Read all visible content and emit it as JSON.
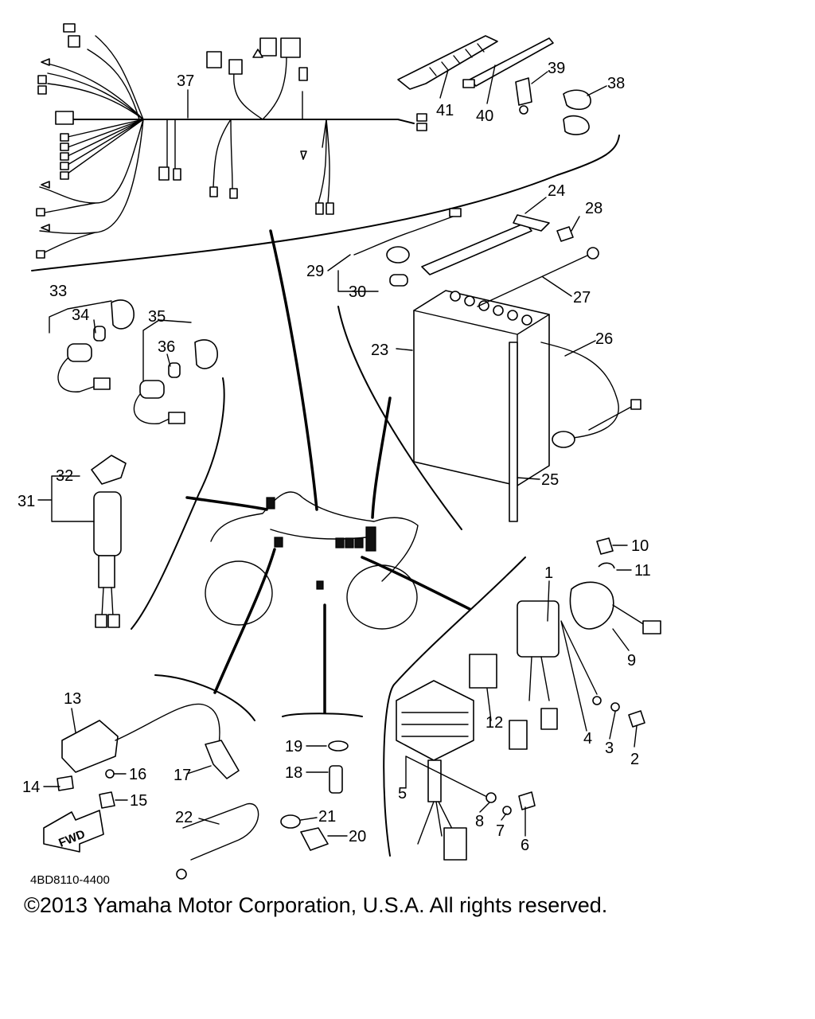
{
  "diagram": {
    "code": "4BD8110-4400",
    "fwd_label": "FWD",
    "copyright": "©2013 Yamaha Motor Corporation, U.S.A. All rights reserved.",
    "callouts": [
      "1",
      "2",
      "3",
      "4",
      "5",
      "6",
      "7",
      "8",
      "9",
      "10",
      "11",
      "12",
      "13",
      "14",
      "15",
      "16",
      "17",
      "18",
      "19",
      "20",
      "21",
      "22",
      "23",
      "24",
      "25",
      "26",
      "27",
      "28",
      "29",
      "30",
      "31",
      "32",
      "33",
      "34",
      "35",
      "36",
      "37",
      "38",
      "39",
      "40",
      "41"
    ]
  }
}
